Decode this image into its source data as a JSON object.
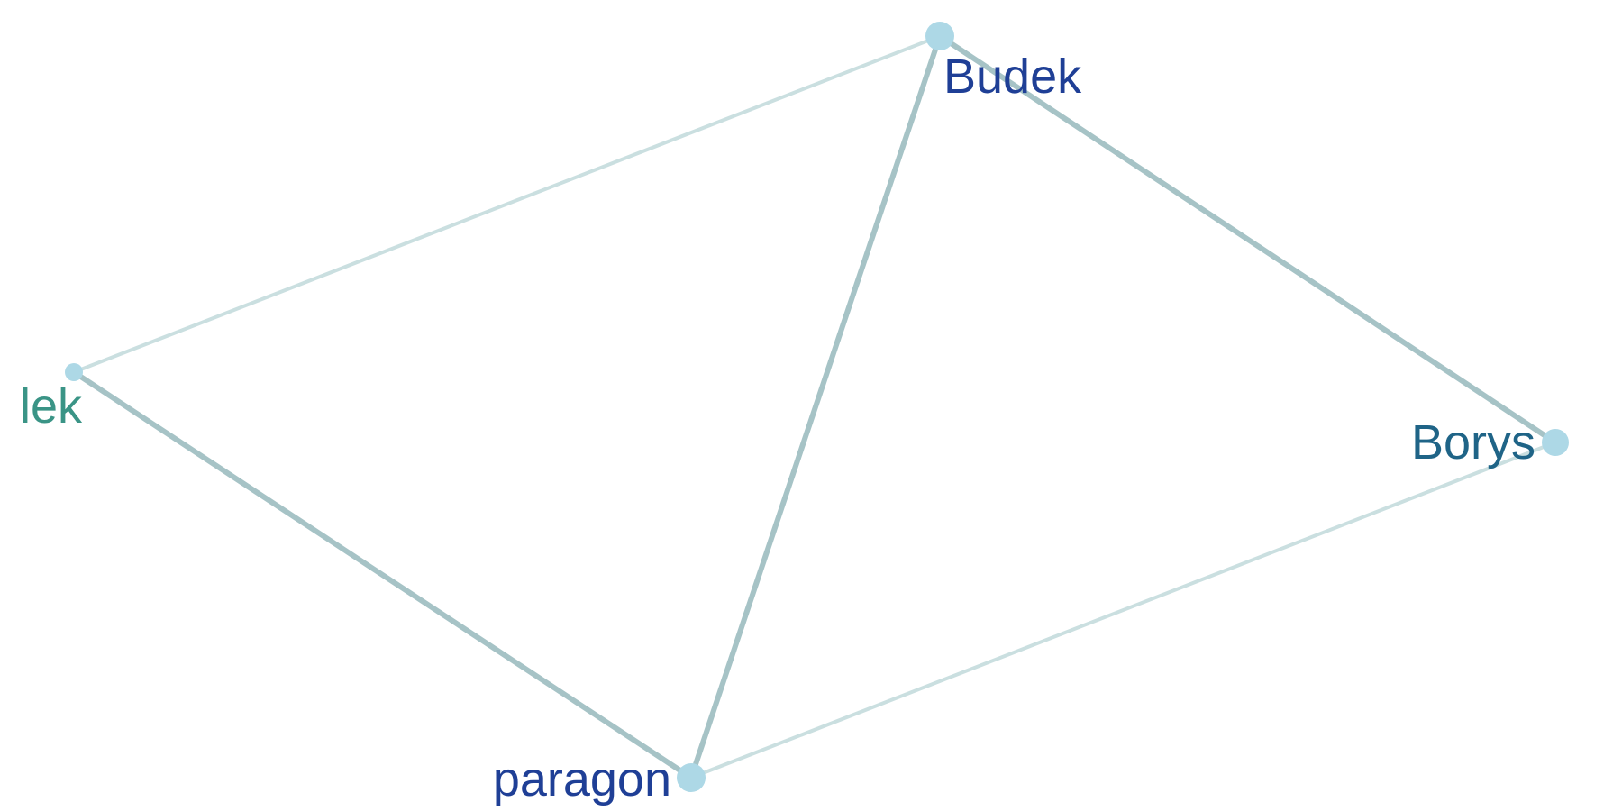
{
  "graph": {
    "nodes": [
      {
        "id": "budek",
        "label": "Budek",
        "label_color": "#1f3f96",
        "dot_color": "#add8e6"
      },
      {
        "id": "lek",
        "label": "lek",
        "label_color": "#3a9486",
        "dot_color": "#add8e6"
      },
      {
        "id": "borys",
        "label": "Borys",
        "label_color": "#1f6487",
        "dot_color": "#add8e6"
      },
      {
        "id": "paragon",
        "label": "paragon",
        "label_color": "#1f3f96",
        "dot_color": "#add8e6"
      }
    ],
    "edges": [
      {
        "source": "lek",
        "target": "budek",
        "color": "#cadfe0",
        "strength": "weak"
      },
      {
        "source": "budek",
        "target": "paragon",
        "color": "#a6c3c6",
        "strength": "strong"
      },
      {
        "source": "budek",
        "target": "borys",
        "color": "#a6c3c6",
        "strength": "strong"
      },
      {
        "source": "lek",
        "target": "paragon",
        "color": "#a6c3c6",
        "strength": "strong"
      },
      {
        "source": "paragon",
        "target": "borys",
        "color": "#cadfe0",
        "strength": "weak"
      }
    ]
  }
}
